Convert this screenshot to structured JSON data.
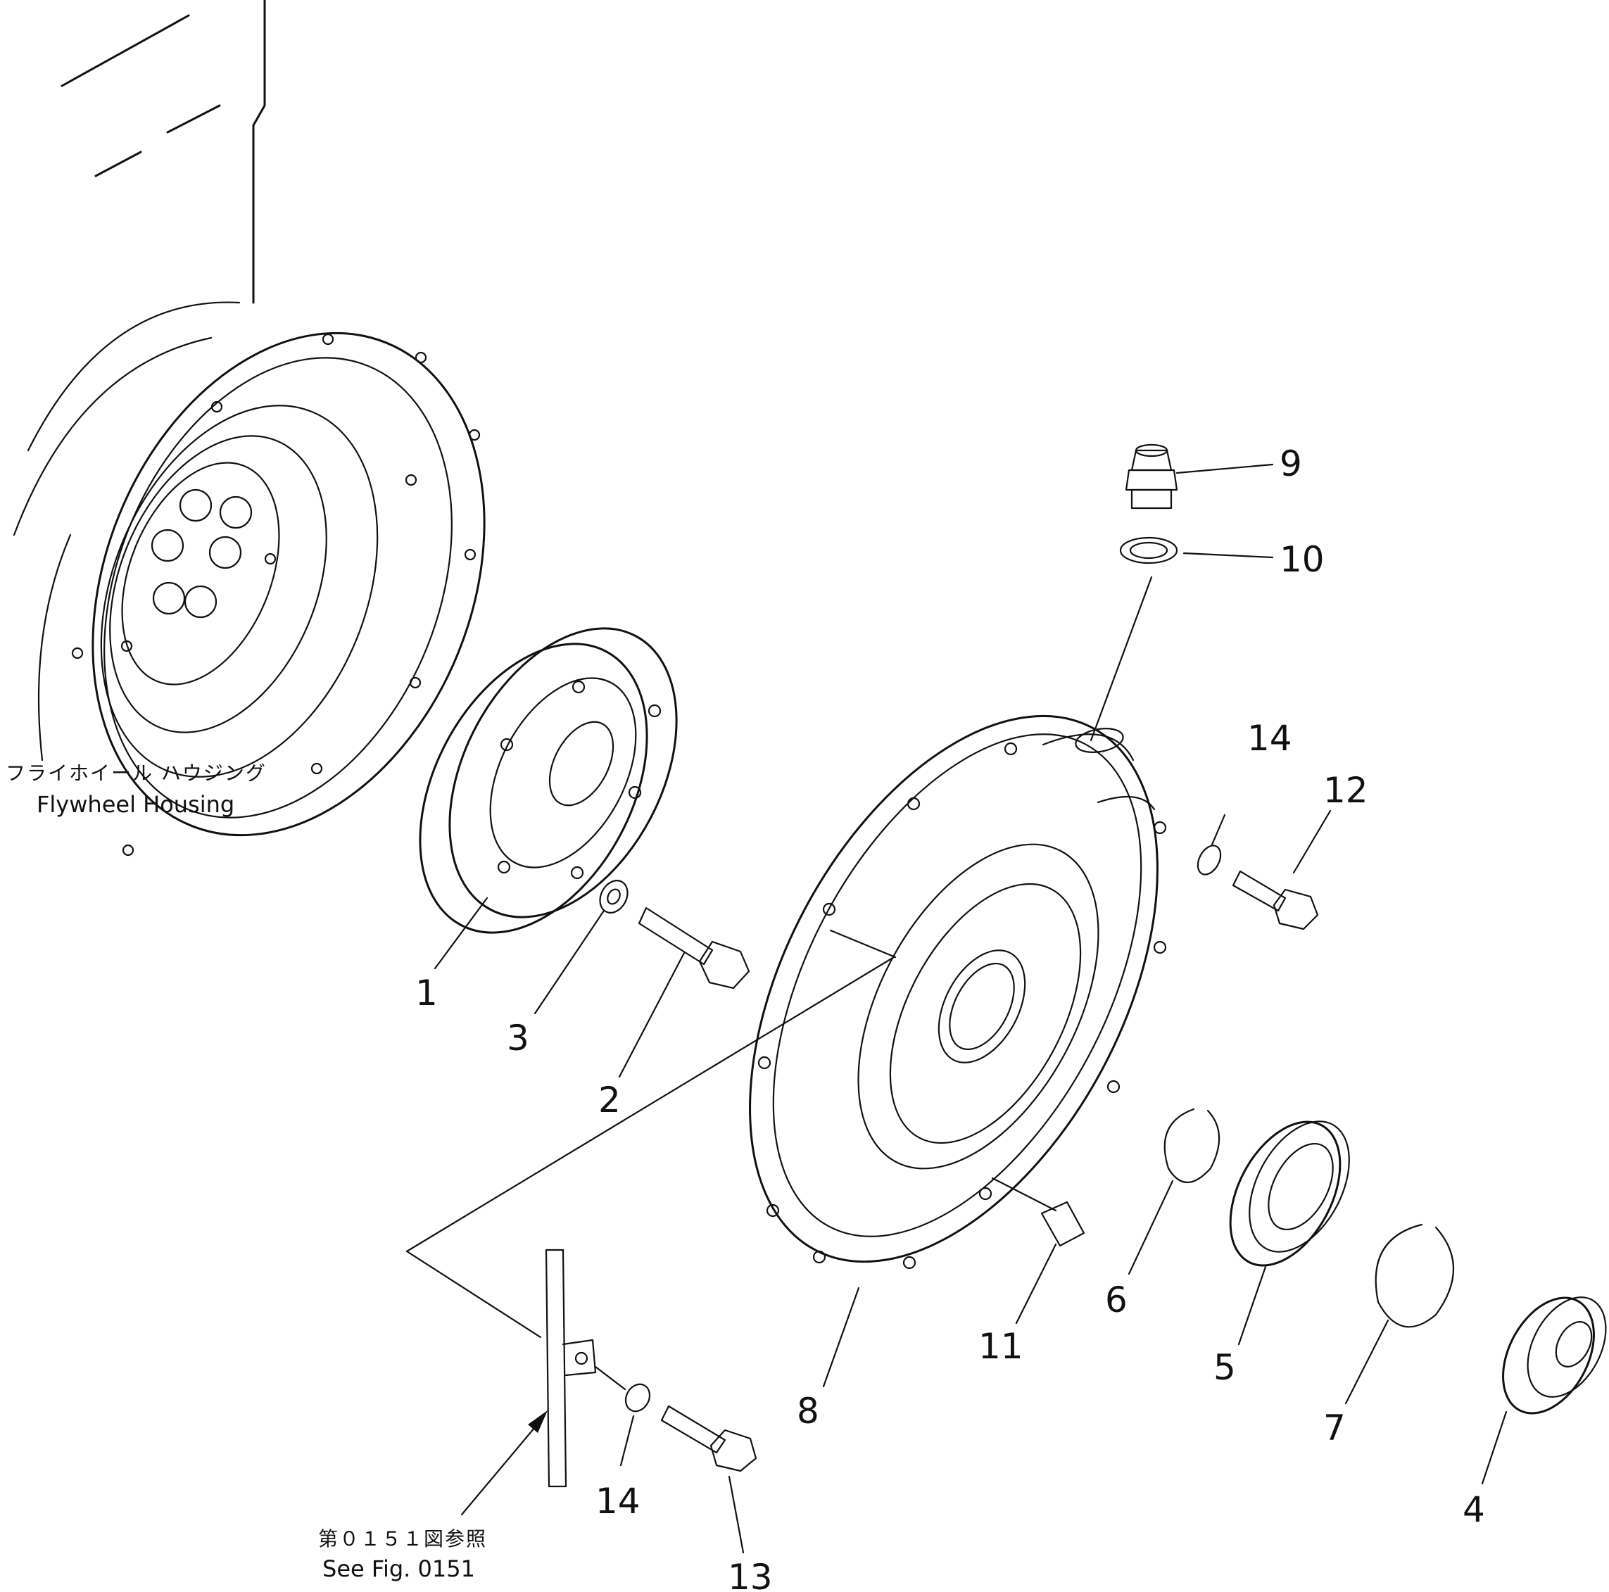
{
  "labels": {
    "flywheel_housing_jp": "フライホイール ハウジング",
    "flywheel_housing_en": "Flywheel Housing",
    "see_fig_jp": "第０１５１図参照",
    "see_fig_en": "See Fig. 0151"
  },
  "callouts": {
    "c1": "1",
    "c2": "2",
    "c3": "3",
    "c4": "4",
    "c5": "5",
    "c6": "6",
    "c7": "7",
    "c8": "8",
    "c9": "9",
    "c10": "10",
    "c11": "11",
    "c12": "12",
    "c13": "13",
    "c14a": "14",
    "c14b": "14"
  }
}
